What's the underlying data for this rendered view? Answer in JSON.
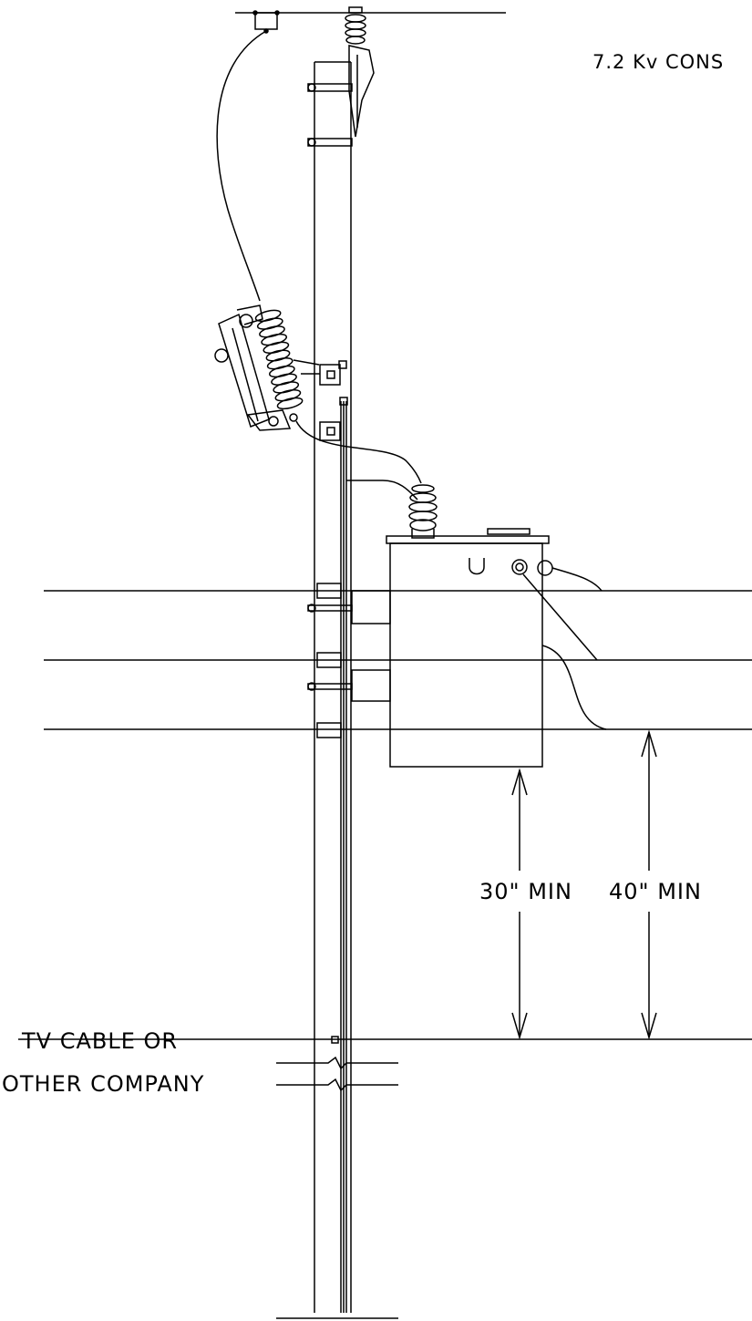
{
  "labels": {
    "voltage": "7.2 Kv CONS",
    "clearance_transformer": "30\" MIN",
    "clearance_secondary": "40\" MIN",
    "tv_line1": "TV CABLE OR",
    "tv_line2": "OTHER COMPANY"
  },
  "colors": {
    "line": "#000000",
    "background": "#ffffff"
  }
}
